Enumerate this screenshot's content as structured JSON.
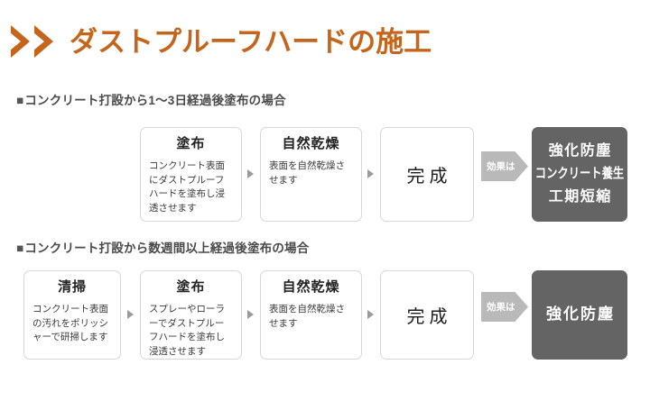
{
  "header": {
    "title": "ダストプルーフハードの施工",
    "accent_color": "#c5651b",
    "chevron_icon": "double-chevron-right-icon"
  },
  "sections": [
    {
      "bullet": "■",
      "heading": "コンクリート打設から1〜3日経過後塗布の場合",
      "steps": [
        {
          "title": "塗布",
          "body": "コンクリート表面にダストプルーフハードを塗布し浸透させます"
        },
        {
          "title": "自然乾燥",
          "body": "表面を自然乾燥させます"
        }
      ],
      "final_step": "完成",
      "effect_arrow": "効果は",
      "results": [
        {
          "text": "強化防塵",
          "style": "wide"
        },
        {
          "text": "コンクリート養生",
          "style": "narrow"
        },
        {
          "text": "工期短縮",
          "style": "wide"
        }
      ]
    },
    {
      "bullet": "■",
      "heading": "コンクリート打設から数週間以上経過後塗布の場合",
      "steps": [
        {
          "title": "清掃",
          "body": "コンクリート表面の汚れをポリッシャーで研掃します"
        },
        {
          "title": "塗布",
          "body": "スプレーやローラーでダストプルーフハードを塗布し浸透させます"
        },
        {
          "title": "自然乾燥",
          "body": "表面を自然乾燥させます"
        }
      ],
      "final_step": "完成",
      "effect_arrow": "効果は",
      "results": [
        {
          "text": "強化防塵",
          "style": "wide"
        }
      ]
    }
  ],
  "colors": {
    "accent": "#c5651b",
    "result_box": "#646464",
    "effect_arrow": "#b9b9b9",
    "box_border": "#d8d8d8",
    "connector": "#9a9a9a"
  }
}
